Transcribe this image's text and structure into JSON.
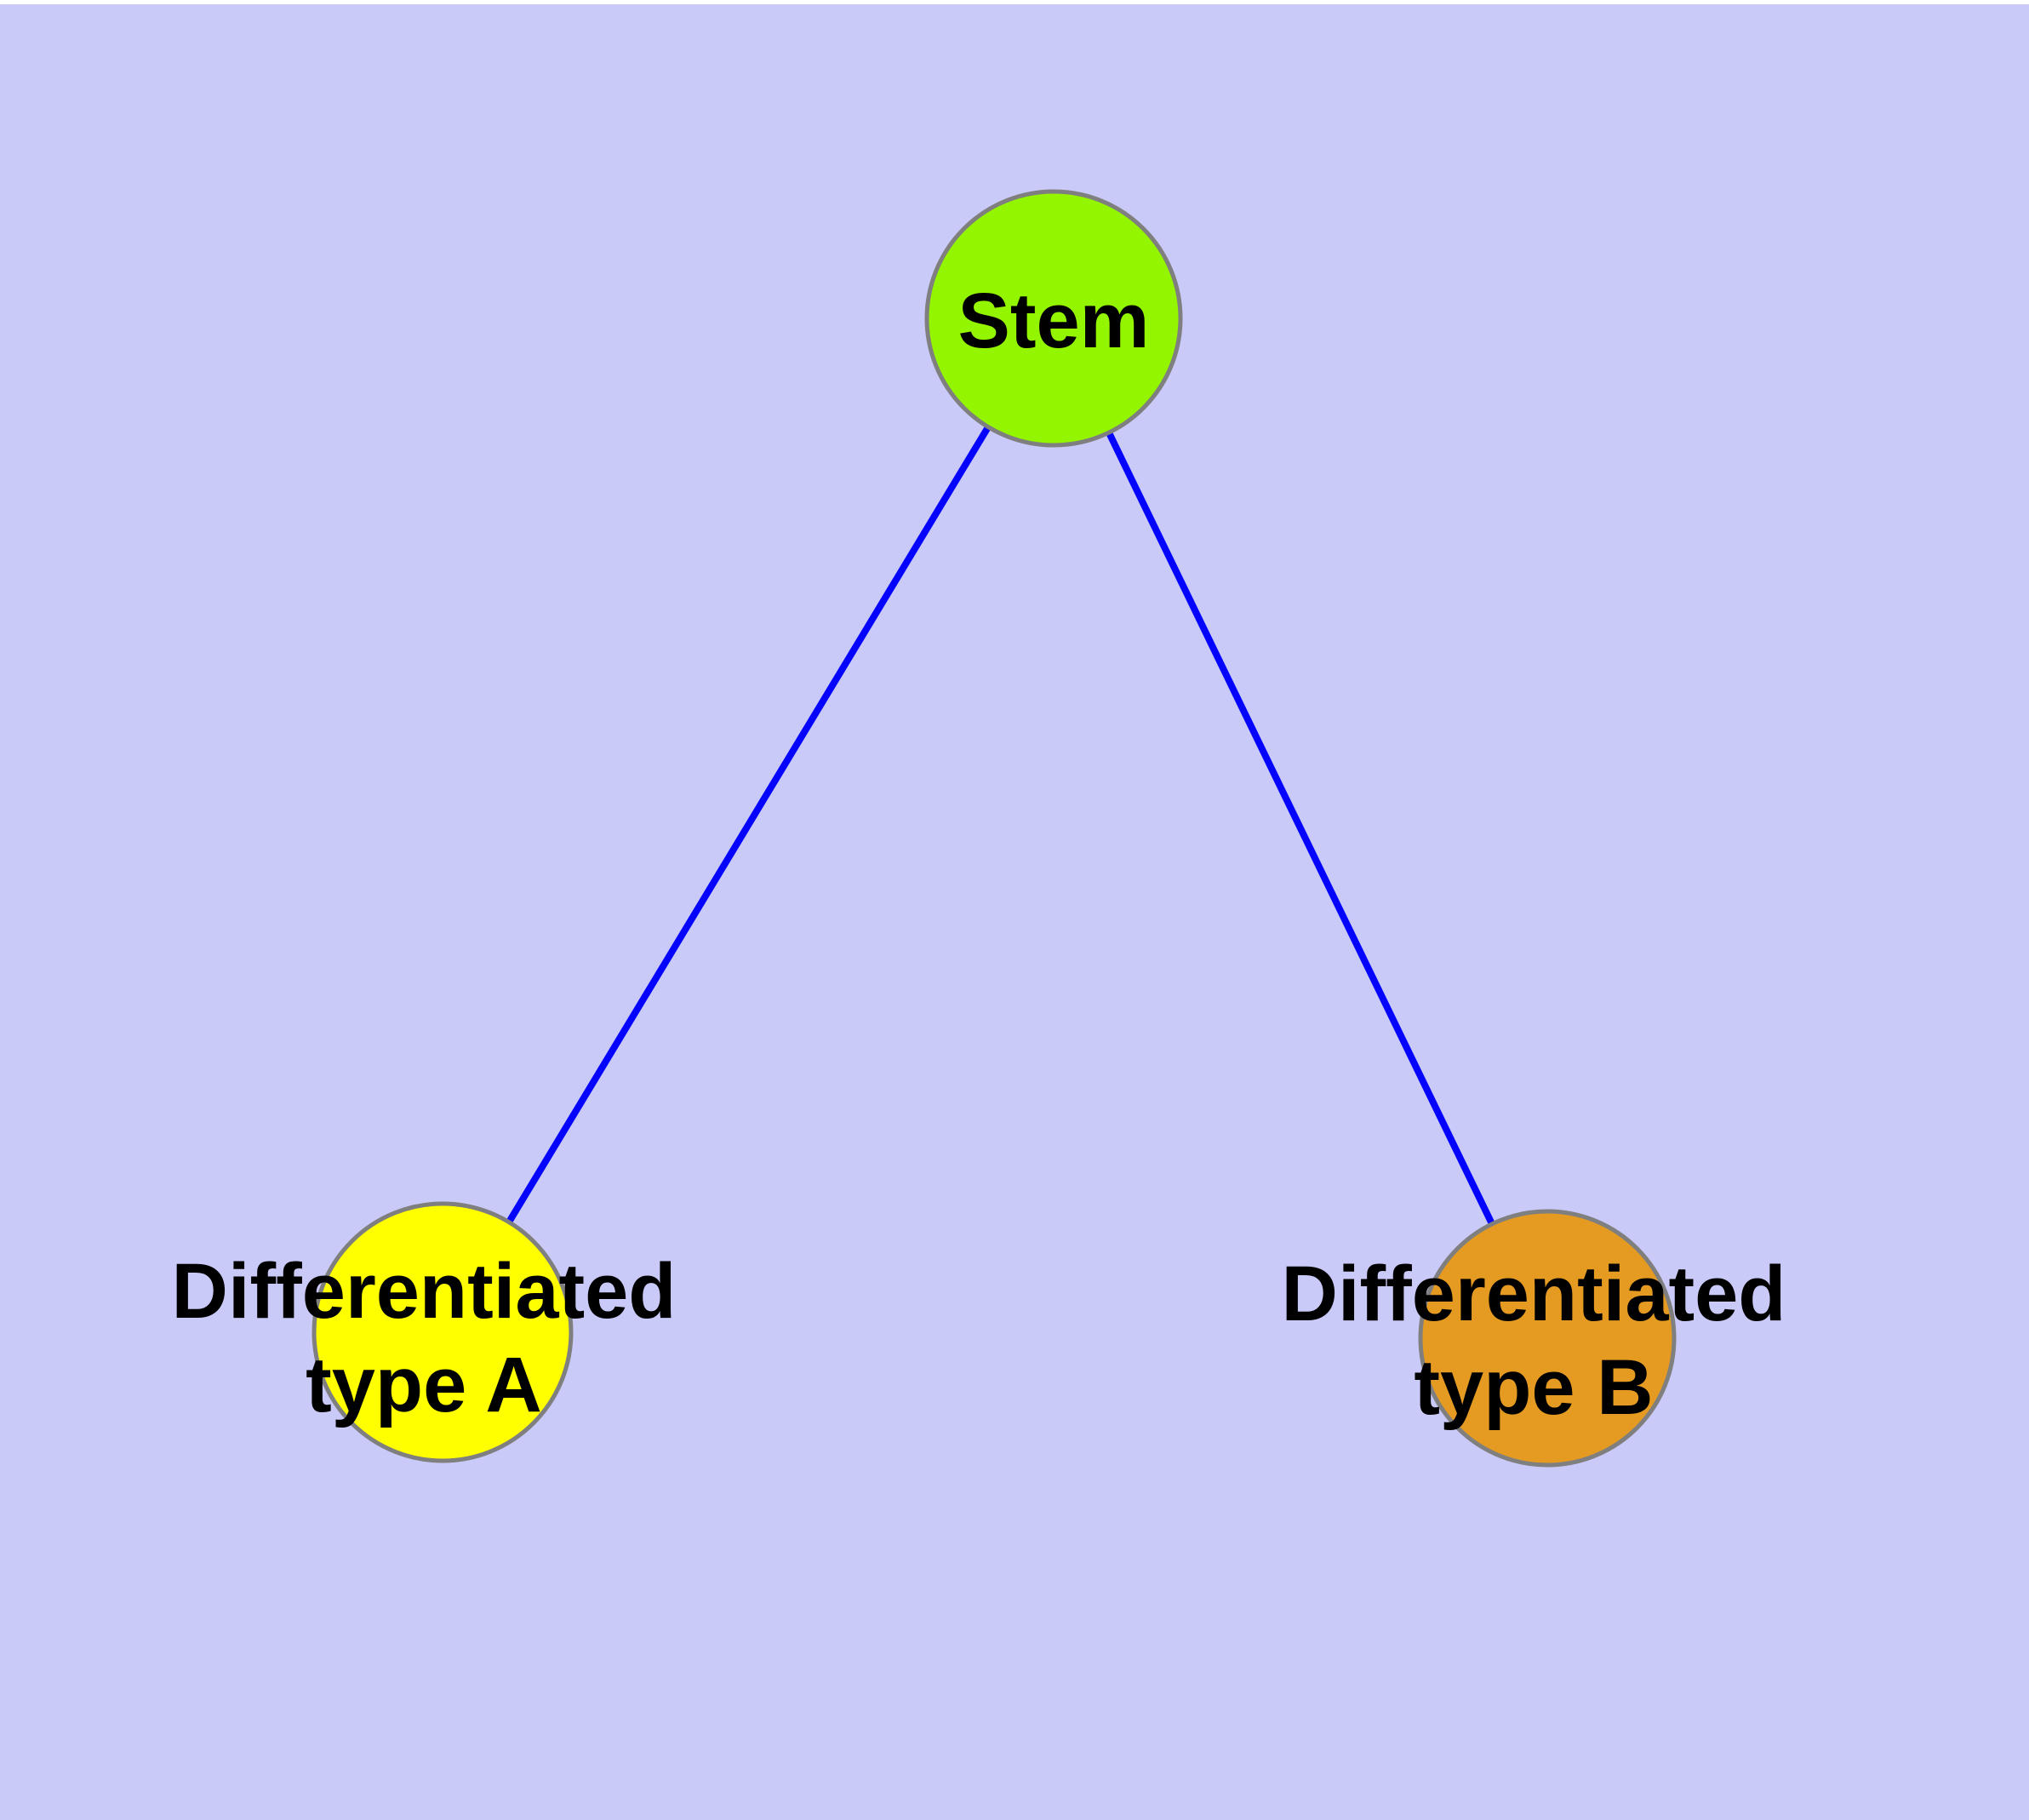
{
  "diagram": {
    "title": "",
    "background_color": "#cacaf8",
    "top_margin_color": "#ffffff",
    "edge_color": "#0404fe",
    "node_border_color": "#7f7f7f",
    "label_color": "#000000",
    "nodes": [
      {
        "id": "stem",
        "label": "Stem",
        "color": "#94f500"
      },
      {
        "id": "differentiated-type-a",
        "label_line1": "Differentiated",
        "label_line2": "type A",
        "color": "#ffff00"
      },
      {
        "id": "differentiated-type-b",
        "label_line1": "Differentiated",
        "label_line2": "type B",
        "color": "#e59b22"
      }
    ],
    "edges": [
      {
        "from": "stem",
        "to": "differentiated-type-a"
      },
      {
        "from": "stem",
        "to": "differentiated-type-b"
      }
    ]
  }
}
